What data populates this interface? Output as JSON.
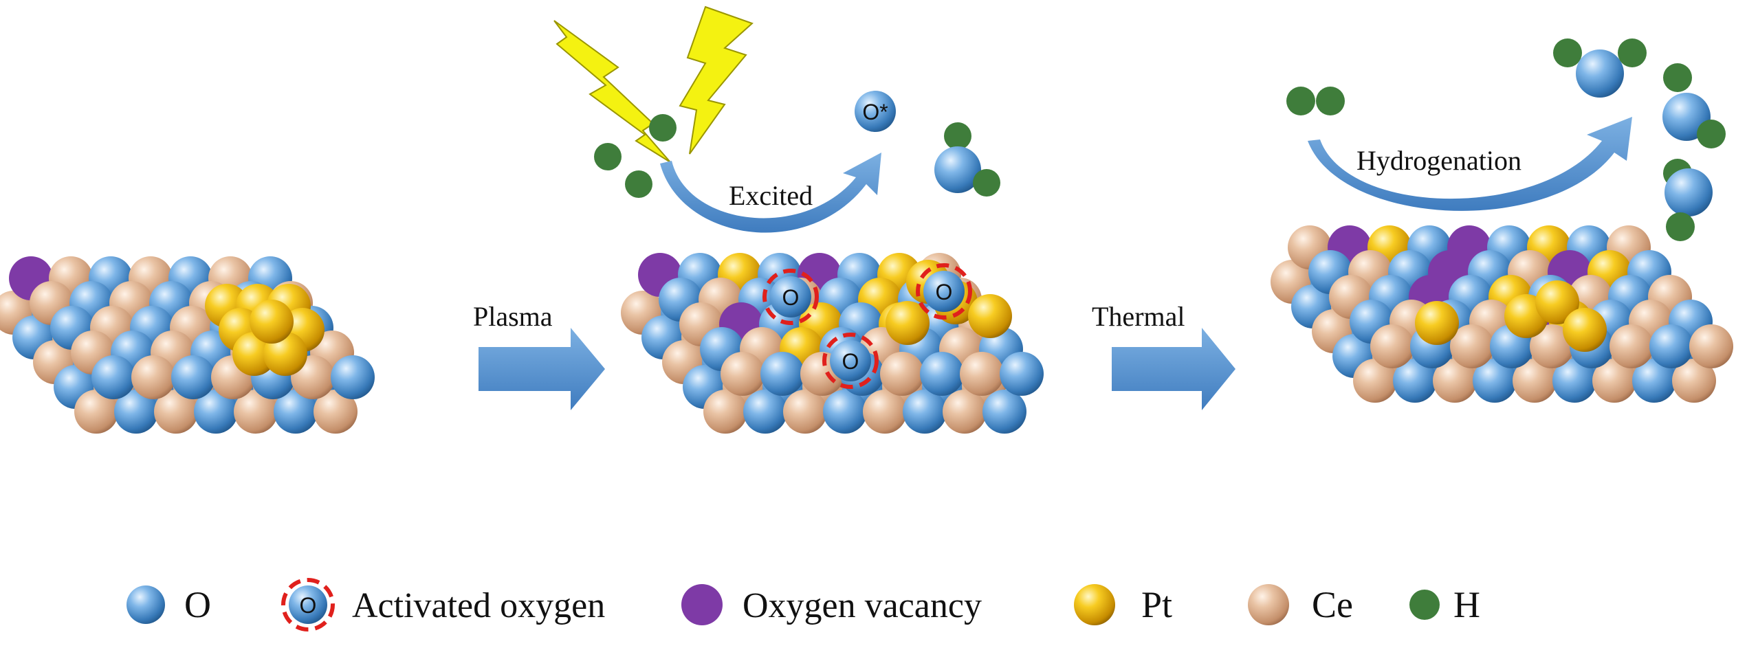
{
  "figure": {
    "step_labels": {
      "plasma": "Plasma",
      "thermal": "Thermal",
      "excited": "Excited",
      "hydrogenation": "Hydrogenation"
    },
    "atom_labels": {
      "activated_oxygen": "O",
      "excited_oxygen": "O*"
    },
    "legend": [
      {
        "key": "O",
        "label": "O",
        "kind": "oxygen"
      },
      {
        "key": "activated_oxygen",
        "label": "Activated oxygen",
        "kind": "activated-oxygen",
        "glyph": "O"
      },
      {
        "key": "oxygen_vacancy",
        "label": "Oxygen vacancy",
        "kind": "vacancy"
      },
      {
        "key": "Pt",
        "label": "Pt",
        "kind": "platinum"
      },
      {
        "key": "Ce",
        "label": "Ce",
        "kind": "cerium"
      },
      {
        "key": "H",
        "label": "H",
        "kind": "hydrogen"
      }
    ],
    "colors": {
      "oxygen": "#4f95d4",
      "cerium": "#deb393",
      "platinum": "#f2b807",
      "vacancy": "#7e3aa6",
      "hydrogen": "#3f7d3b",
      "arrow": "#5b93cf",
      "lightning": "#f4f211",
      "activation_ring": "#e0201c"
    }
  }
}
